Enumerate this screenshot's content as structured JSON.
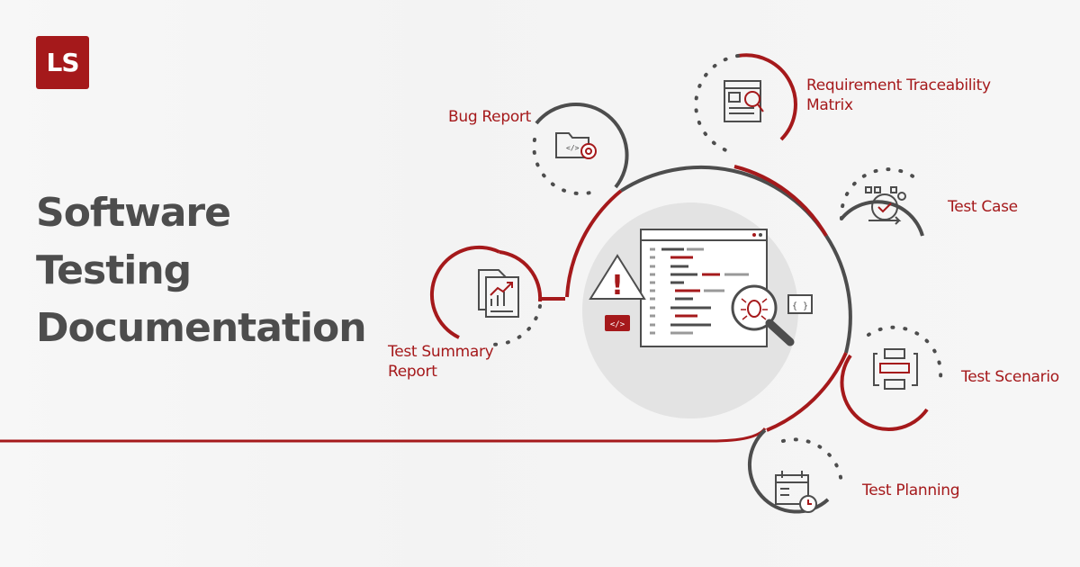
{
  "logo": {
    "text": "LS",
    "color": "#a5191b"
  },
  "title": {
    "line1": "Software Testing",
    "line2": "Documentation"
  },
  "nodes": {
    "bug_report": {
      "label": "Bug Report",
      "icon": "folder-bug-icon"
    },
    "rtm": {
      "label_line1": "Requirement Traceability",
      "label_line2": "Matrix",
      "icon": "document-search-icon"
    },
    "test_case": {
      "label": "Test Case",
      "icon": "gear-check-icon"
    },
    "test_scenario": {
      "label": "Test Scenario",
      "icon": "flowchart-icon"
    },
    "test_planning": {
      "label": "Test Planning",
      "icon": "calendar-clock-icon"
    },
    "test_summary": {
      "label_line1": "Test Summary",
      "label_line2": "Report",
      "icon": "report-chart-icon"
    }
  },
  "center": {
    "icon": "code-window-bug-search-icon",
    "code_tag": "</>",
    "braces": "{ }"
  },
  "colors": {
    "accent": "#a5191b",
    "dark": "#4d4d4d",
    "hub": "#e3e3e3"
  }
}
